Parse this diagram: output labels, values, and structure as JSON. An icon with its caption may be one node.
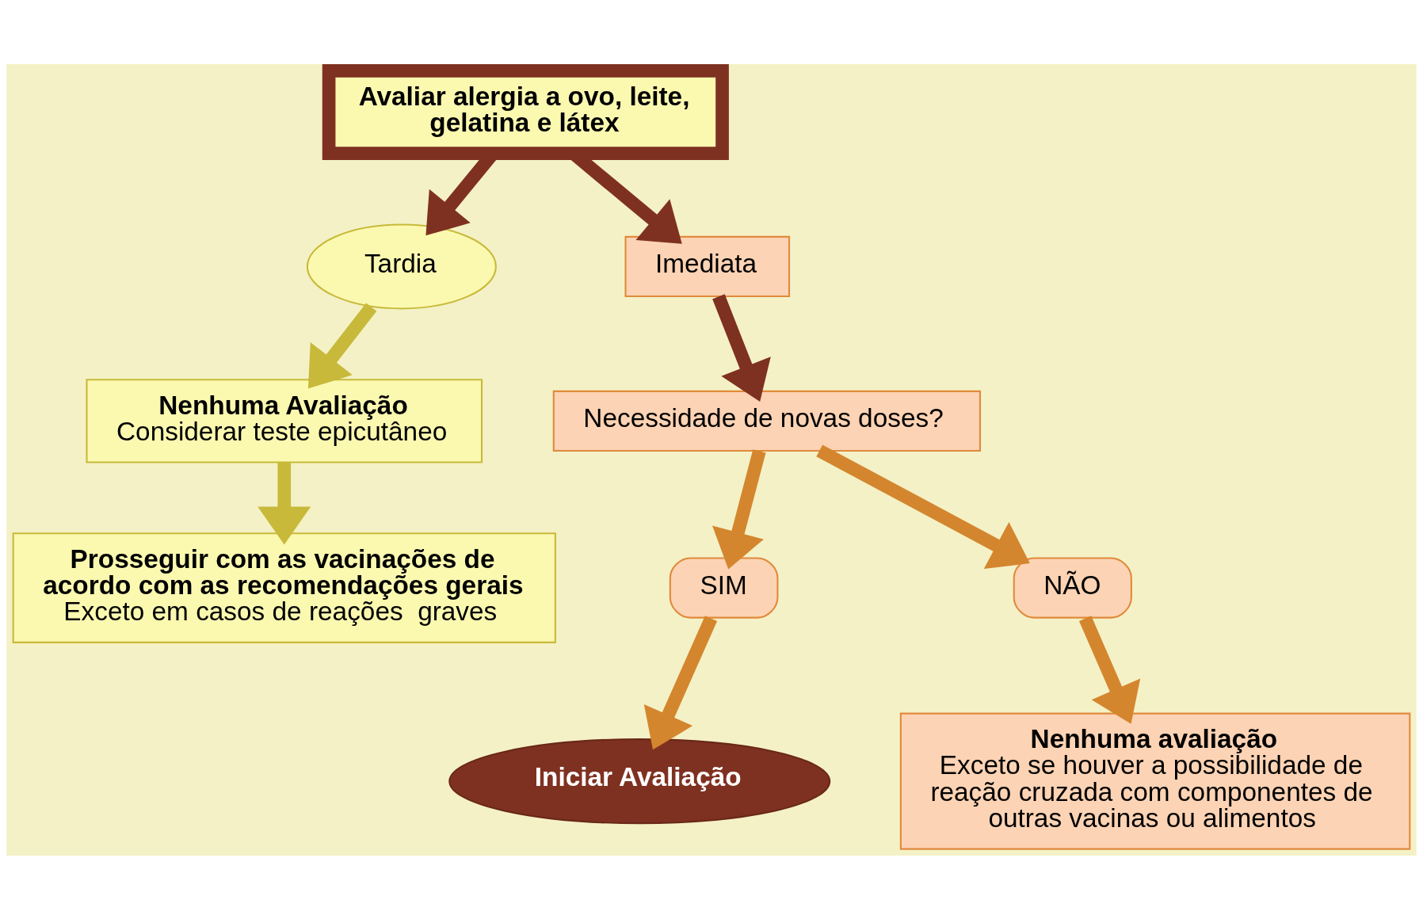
{
  "diagram": {
    "nodes": [
      {
        "text": [
          "Tardia"
        ]
      },
      {
        "text": [
          "Avaliar alergia a ovo, leite, gelatina e látex"
        ]
      },
      {
        "text": [
          "Imediata"
        ]
      },
      {
        "text": [
          "Nenhuma Avaliação",
          "Considerar teste epicutâneo"
        ]
      },
      {
        "text": [
          "Necessidade de novas doses?"
        ]
      },
      {
        "text": [
          "Prosseguir com as vacinações de acordo com as recomendações gerais",
          "Exceto em casos de reações  graves"
        ]
      },
      {
        "text": [
          "SIM"
        ]
      },
      {
        "text": [
          "NÃO"
        ]
      },
      {
        "text": [
          "Iniciar Avaliação"
        ]
      },
      {
        "text": [
          "Nenhuma avaliação",
          "Exceto se houver a possibilidade de reação cruzada com componentes de outras vacinas ou alimentos"
        ]
      }
    ],
    "edges": [
      {
        "from": 1,
        "to": 0,
        "arrow": "to",
        "color": "#7f3121"
      },
      {
        "from": 1,
        "to": 2,
        "arrow": "to",
        "color": "#7f3121"
      },
      {
        "from": 0,
        "to": 3,
        "arrow": "to",
        "color": "#c8b93a"
      },
      {
        "from": 3,
        "to": 5,
        "arrow": "to",
        "color": "#c8b93a"
      },
      {
        "from": 2,
        "to": 4,
        "arrow": "to",
        "color": "#7f3121"
      },
      {
        "from": 4,
        "to": 6,
        "arrow": "to"
      },
      {
        "from": 4,
        "to": 7,
        "arrow": "to"
      },
      {
        "from": 6,
        "to": 8,
        "arrow": "to"
      },
      {
        "from": 7,
        "to": 9,
        "arrow": "to"
      }
    ]
  }
}
